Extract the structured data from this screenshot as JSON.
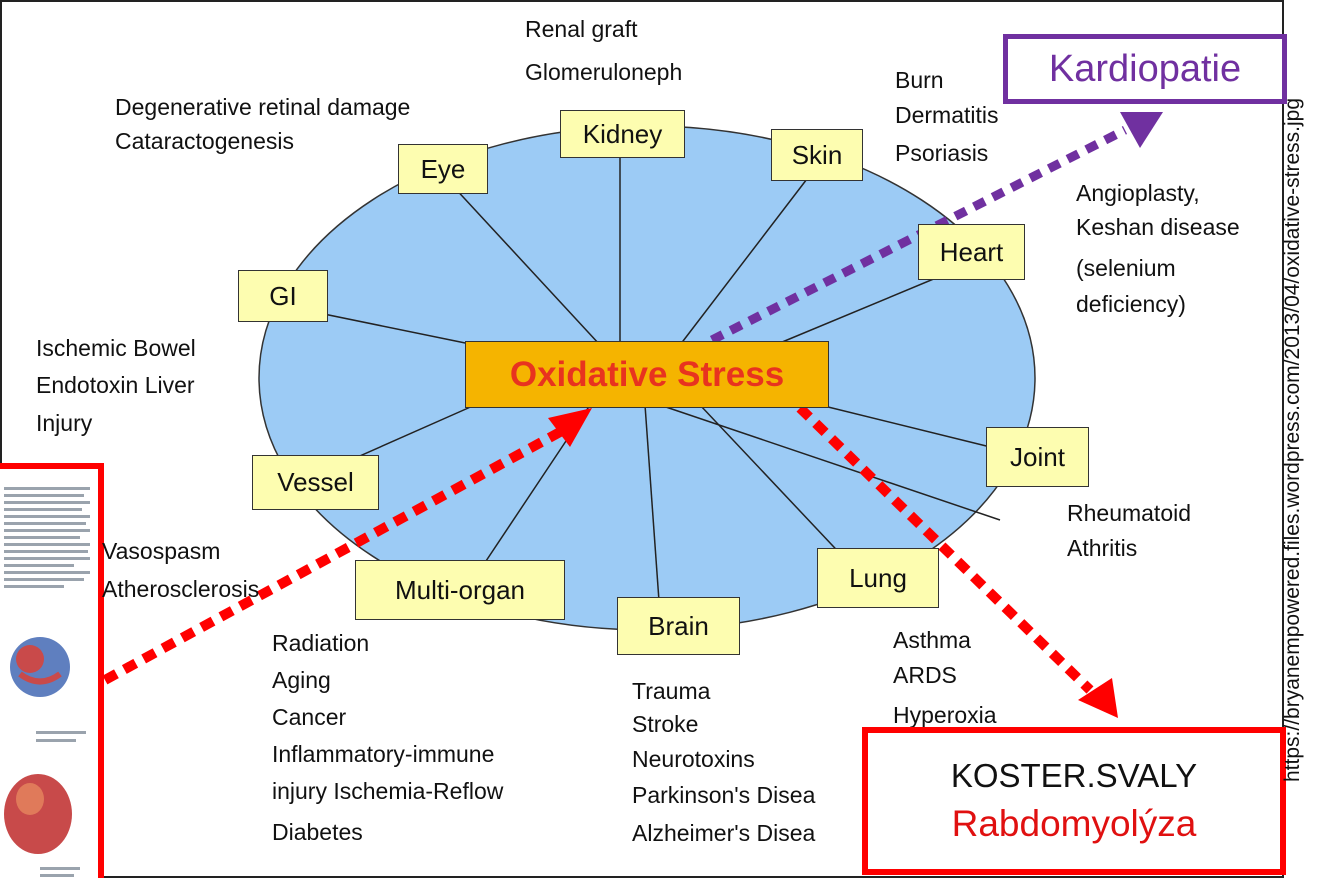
{
  "center": "Oxidative Stress",
  "organs": {
    "kidney": "Kidney",
    "eye": "Eye",
    "skin": "Skin",
    "heart": "Heart",
    "gi": "GI",
    "vessel": "Vessel",
    "joint": "Joint",
    "multi_organ": "Multi-organ",
    "brain": "Brain",
    "lung": "Lung"
  },
  "conditions": {
    "kidney": [
      "Renal graft",
      "Glomeruloneph"
    ],
    "eye": [
      "Degenerative retinal damage",
      "Cataractogenesis"
    ],
    "skin": [
      "Burn",
      "Dermatitis",
      "Psoriasis"
    ],
    "heart": [
      "Angioplasty,",
      "Keshan disease",
      "(selenium",
      "deficiency)"
    ],
    "gi": [
      "Ischemic Bowel",
      "Endotoxin Liver",
      "Injury"
    ],
    "vessel": [
      "Vasospasm",
      "Atherosclerosis"
    ],
    "joint": [
      "Rheumatoid",
      "Athritis"
    ],
    "multi_organ": [
      "Radiation",
      "Aging",
      "Cancer",
      "Inflammatory-immune",
      "injury Ischemia-Reflow",
      "Diabetes"
    ],
    "brain": [
      "Trauma",
      "Stroke",
      "Neurotoxins",
      "Parkinson's Disea",
      "Alzheimer's Disea"
    ],
    "lung": [
      "Asthma",
      "ARDS",
      "Hyperoxia"
    ]
  },
  "callouts": {
    "kardiopatie": "Kardiopatie",
    "koster_line1": "KOSTER.SVALY",
    "koster_line2": "Rabdomyolýza"
  },
  "source": "https://bryanempowered.files.wordpress.com/2013/04/oxidative-stress.jpg",
  "colors": {
    "ellipse": "#9ccbf5",
    "organ_box": "#fdfdb0",
    "center_box": "#f5b400",
    "center_text": "#e8331f",
    "purple": "#7030a0",
    "red": "#ff0000"
  }
}
